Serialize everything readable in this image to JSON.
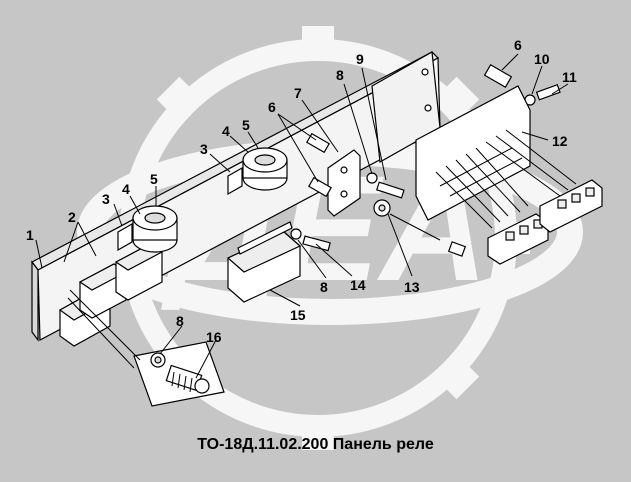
{
  "caption": "ТО-18Д.11.02.200 Панель реле",
  "watermark_text": "ДЕА",
  "colors": {
    "background": "#c6c6c6",
    "watermark": "#ffffff",
    "line": "#000000"
  },
  "callouts": [
    "1",
    "2",
    "3",
    "4",
    "5",
    "3",
    "4",
    "5",
    "6",
    "7",
    "8",
    "9",
    "6",
    "10",
    "11",
    "12",
    "13",
    "14",
    "8",
    "15",
    "8",
    "16"
  ]
}
